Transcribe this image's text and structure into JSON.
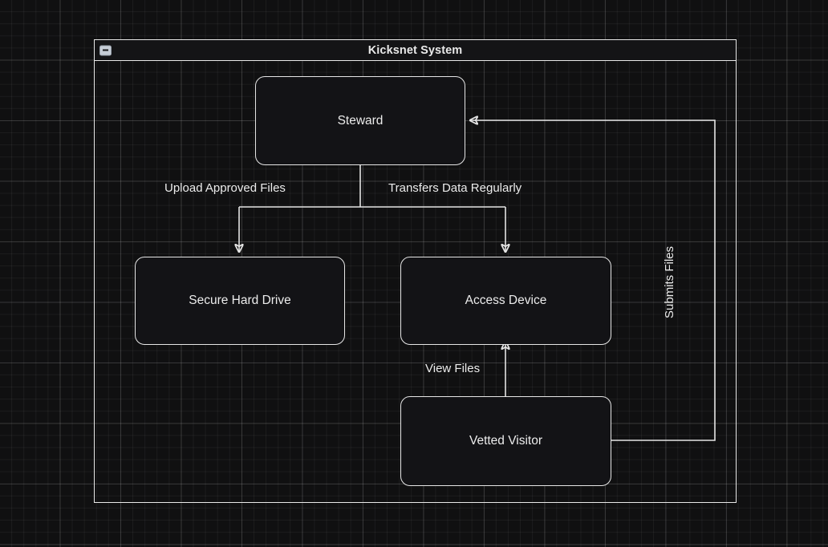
{
  "window": {
    "title": "Kicksnet System",
    "minimize_icon": "minimize-icon"
  },
  "diagram": {
    "type": "flowchart",
    "nodes": [
      {
        "id": "steward",
        "label": "Steward"
      },
      {
        "id": "secure-drive",
        "label": "Secure Hard Drive"
      },
      {
        "id": "access-device",
        "label": "Access Device"
      },
      {
        "id": "vetted-visitor",
        "label": "Vetted Visitor"
      }
    ],
    "edges": [
      {
        "id": "upload",
        "from": "steward",
        "to": "secure-drive",
        "label": "Upload Approved Files"
      },
      {
        "id": "transfers",
        "from": "steward",
        "to": "access-device",
        "label": "Transfers Data Regularly"
      },
      {
        "id": "view",
        "from": "vetted-visitor",
        "to": "access-device",
        "label": "View Files"
      },
      {
        "id": "submits",
        "from": "vetted-visitor",
        "to": "steward",
        "label": "Submits Files"
      }
    ]
  },
  "colors": {
    "background": "#101011",
    "node_fill": "#131316",
    "stroke": "#e6e6e6",
    "text": "#ececec",
    "titlebar": "#141416"
  }
}
